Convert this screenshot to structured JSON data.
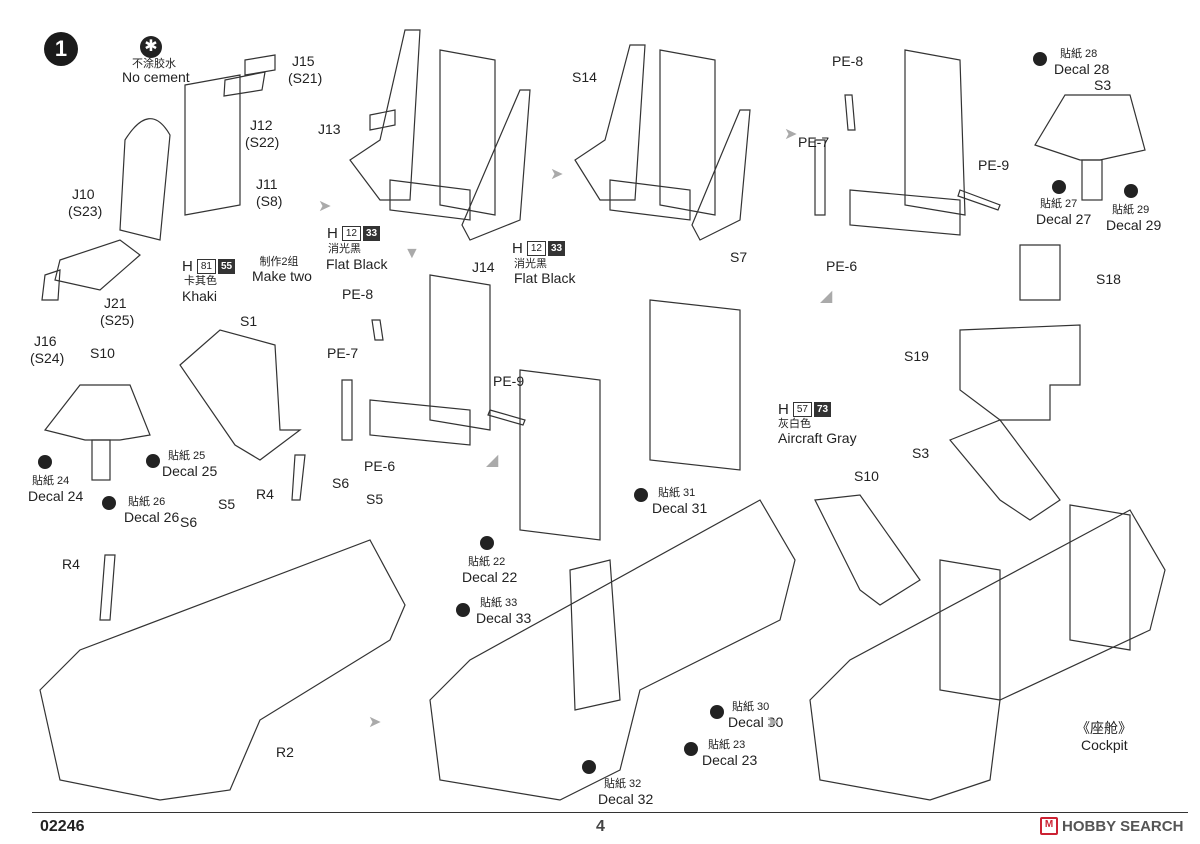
{
  "step": {
    "number": "1"
  },
  "no_cement": {
    "cn": "不涂胶水",
    "en": "No cement"
  },
  "make_two": {
    "cn": "制作2组",
    "en": "Make two"
  },
  "parts": {
    "j15": "J15",
    "s21": "(S21)",
    "j12": "J12",
    "s22": "(S22)",
    "j11": "J11",
    "s8": "(S8)",
    "j10": "J10",
    "s23": "(S23)",
    "j21": "J21",
    "s25": "(S25)",
    "j16": "J16",
    "s24": "(S24)",
    "j13": "J13",
    "j14": "J14",
    "s14": "S14",
    "s7": "S7",
    "pe8_a": "PE-8",
    "pe7_a": "PE-7",
    "pe9_a": "PE-9",
    "pe6_a": "PE-6",
    "pe8_b": "PE-8",
    "pe7_b": "PE-7",
    "pe9_b": "PE-9",
    "pe6_b": "PE-6",
    "s3_top": "S3",
    "s10_left": "S10",
    "s1": "S1",
    "r4_a": "R4",
    "r4_b": "R4",
    "s6_a": "S6",
    "s5_a": "S5",
    "s6_b": "S6",
    "s5_b": "S5",
    "r2": "R2",
    "s18": "S18",
    "s19": "S19",
    "s3_right": "S3",
    "s10_right": "S10"
  },
  "paints": {
    "khaki": {
      "h": "H",
      "num": "81",
      "ref": "55",
      "cn": "卡其色",
      "en": "Khaki"
    },
    "flat_black_1": {
      "h": "H",
      "num": "12",
      "ref": "33",
      "cn": "消光黑",
      "en": "Flat Black"
    },
    "flat_black_2": {
      "h": "H",
      "num": "12",
      "ref": "33",
      "cn": "消光黑",
      "en": "Flat Black"
    },
    "aircraft_gray": {
      "h": "H",
      "num": "57",
      "ref": "73",
      "cn": "灰白色",
      "en": "Aircraft Gray"
    }
  },
  "decals": {
    "d28": {
      "cn": "貼紙 28",
      "en": "Decal 28"
    },
    "d27": {
      "cn": "貼紙 27",
      "en": "Decal 27"
    },
    "d29": {
      "cn": "貼紙 29",
      "en": "Decal 29"
    },
    "d24": {
      "cn": "貼紙 24",
      "en": "Decal 24"
    },
    "d25": {
      "cn": "貼紙 25",
      "en": "Decal 25"
    },
    "d26": {
      "cn": "貼紙 26",
      "en": "Decal 26"
    },
    "d31": {
      "cn": "貼紙 31",
      "en": "Decal 31"
    },
    "d22": {
      "cn": "貼紙 22",
      "en": "Decal 22"
    },
    "d33": {
      "cn": "貼紙 33",
      "en": "Decal 33"
    },
    "d30": {
      "cn": "貼紙 30",
      "en": "Decal 30"
    },
    "d23": {
      "cn": "貼紙 23",
      "en": "Decal 23"
    },
    "d32": {
      "cn": "貼紙 32",
      "en": "Decal 32"
    }
  },
  "cockpit": {
    "cn": "《座舱》",
    "en": "Cockpit"
  },
  "footer": {
    "code": "02246",
    "page": "4",
    "brand": "HOBBY SEARCH"
  }
}
